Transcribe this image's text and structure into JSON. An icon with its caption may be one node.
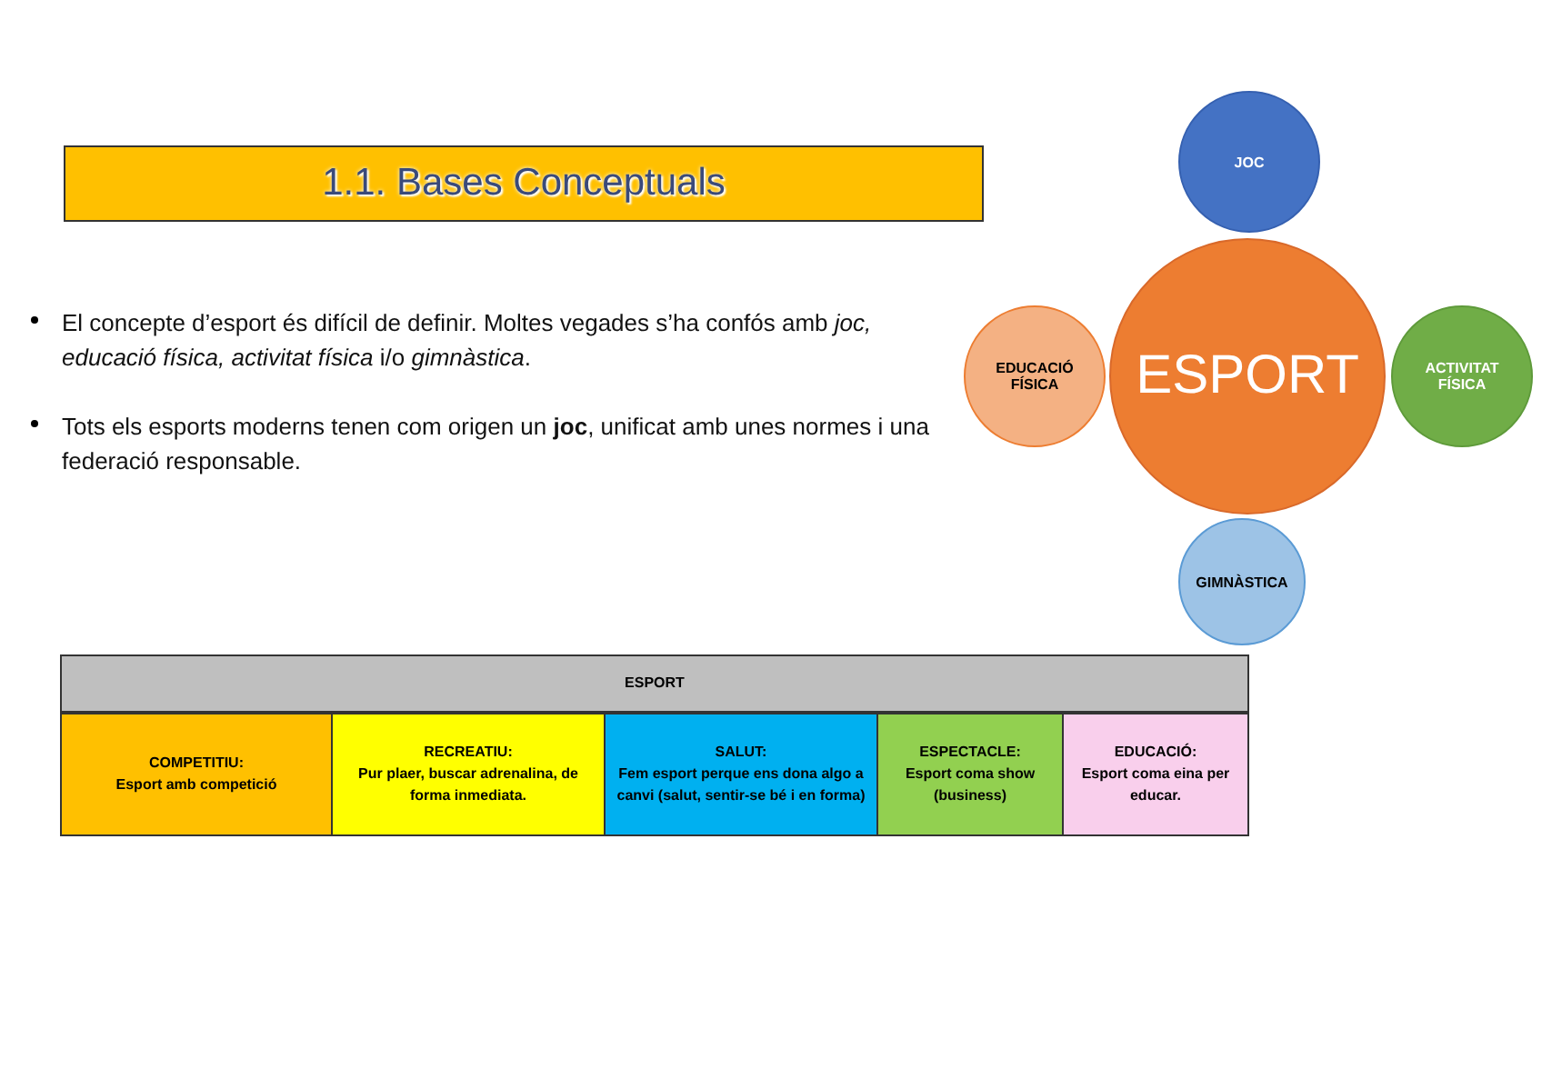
{
  "diagram": {
    "title": "1.1. Bases Conceptuals",
    "nodes": [
      {
        "text": [
          "JOC"
        ]
      },
      {
        "text": [
          "EDUCACIÓ FÍSICA"
        ]
      },
      {
        "text": [
          "ESPORT"
        ]
      },
      {
        "text": [
          "ACTIVITAT FÍSICA"
        ]
      },
      {
        "text": [
          "GIMNÀSTICA"
        ]
      },
      {
        "text": [
          "ESPORT"
        ]
      },
      {
        "text": [
          "COMPETITIU:",
          "Esport amb competició"
        ]
      },
      {
        "text": [
          "RECREATIU:",
          "Pur plaer, buscar adrenalina, de forma inmediata."
        ]
      },
      {
        "text": [
          "SALUT:",
          "Fem esport perque ens dona algo a canvi (salut, sentir-se bé i en forma)"
        ]
      },
      {
        "text": [
          "ESPECTACLE:",
          "Esport coma show (business)"
        ]
      },
      {
        "text": [
          "EDUCACIÓ:",
          "Esport coma eina per educar."
        ]
      }
    ],
    "labels": [
      "El concepte d’esport és difícil de definir. Moltes vegades s’ha confós amb *joc, educació física, activitat física* i/o *gimnàstica*.",
      "Tots els esports moderns tenen com origen un **joc**, unificat amb unes normes i una federació responsable."
    ]
  }
}
